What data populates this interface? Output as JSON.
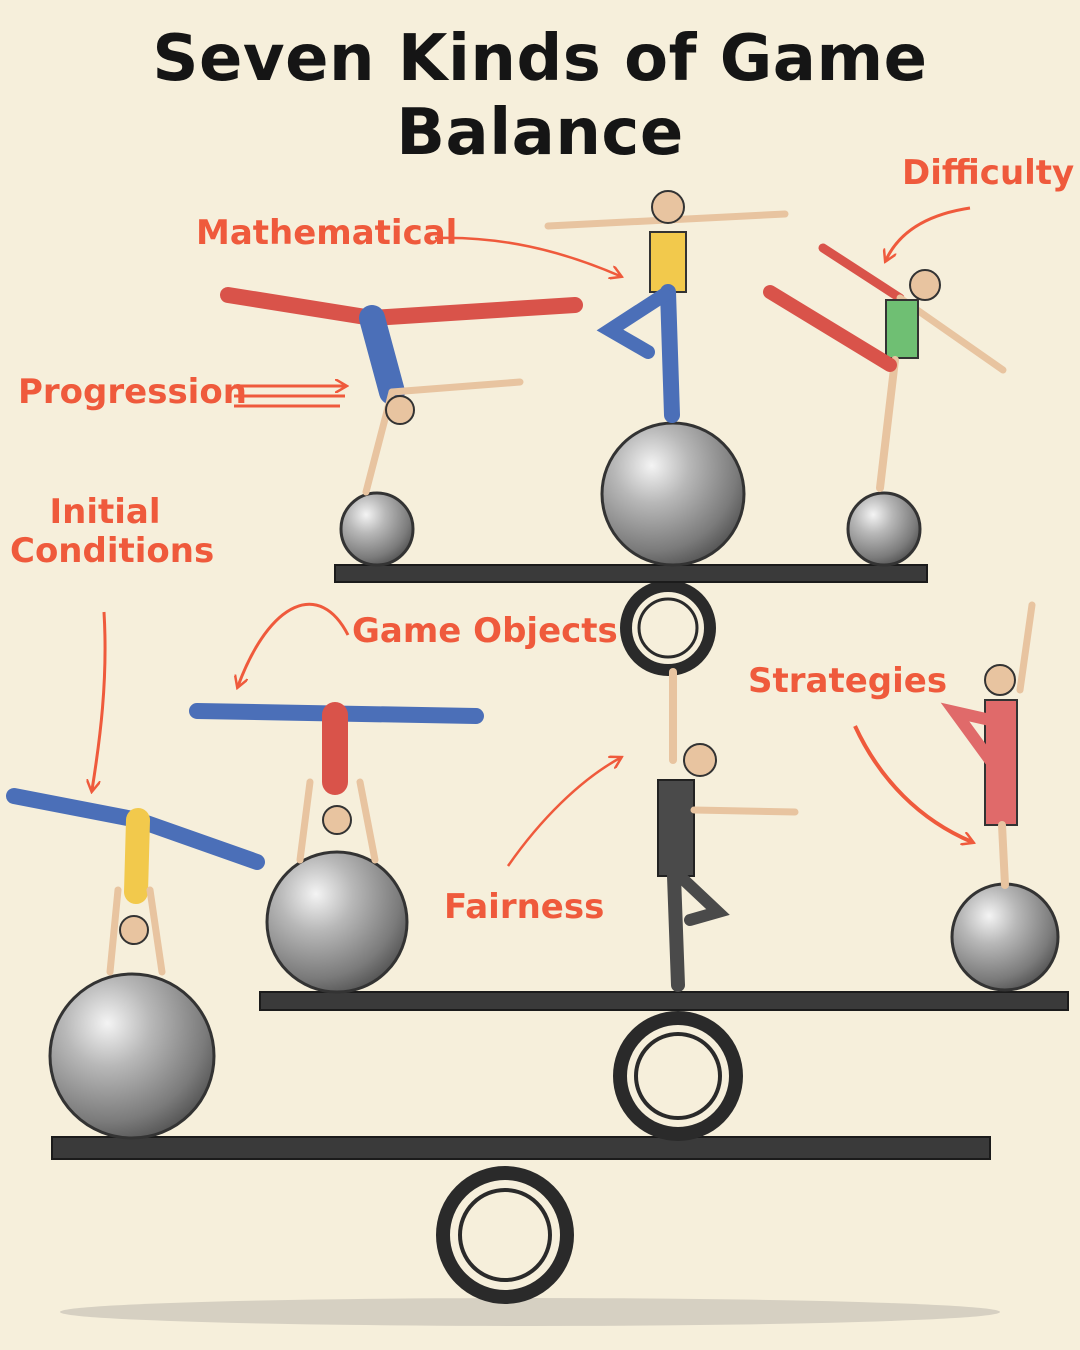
{
  "title": "Seven Kinds of Game Balance",
  "labels": {
    "mathematical": "Mathematical",
    "difficulty": "Difficulty",
    "progression": "Progression",
    "initial_line1": "Initial",
    "initial_line2": "Conditions",
    "game_objects": "Game Objects",
    "strategies": "Strategies",
    "fairness": "Fairness"
  },
  "colors": {
    "background": "#f6efdb",
    "label": "#ef5a3c",
    "ink": "#151515",
    "plank": "#3a3a3a",
    "ball": "#9a9a9a"
  }
}
